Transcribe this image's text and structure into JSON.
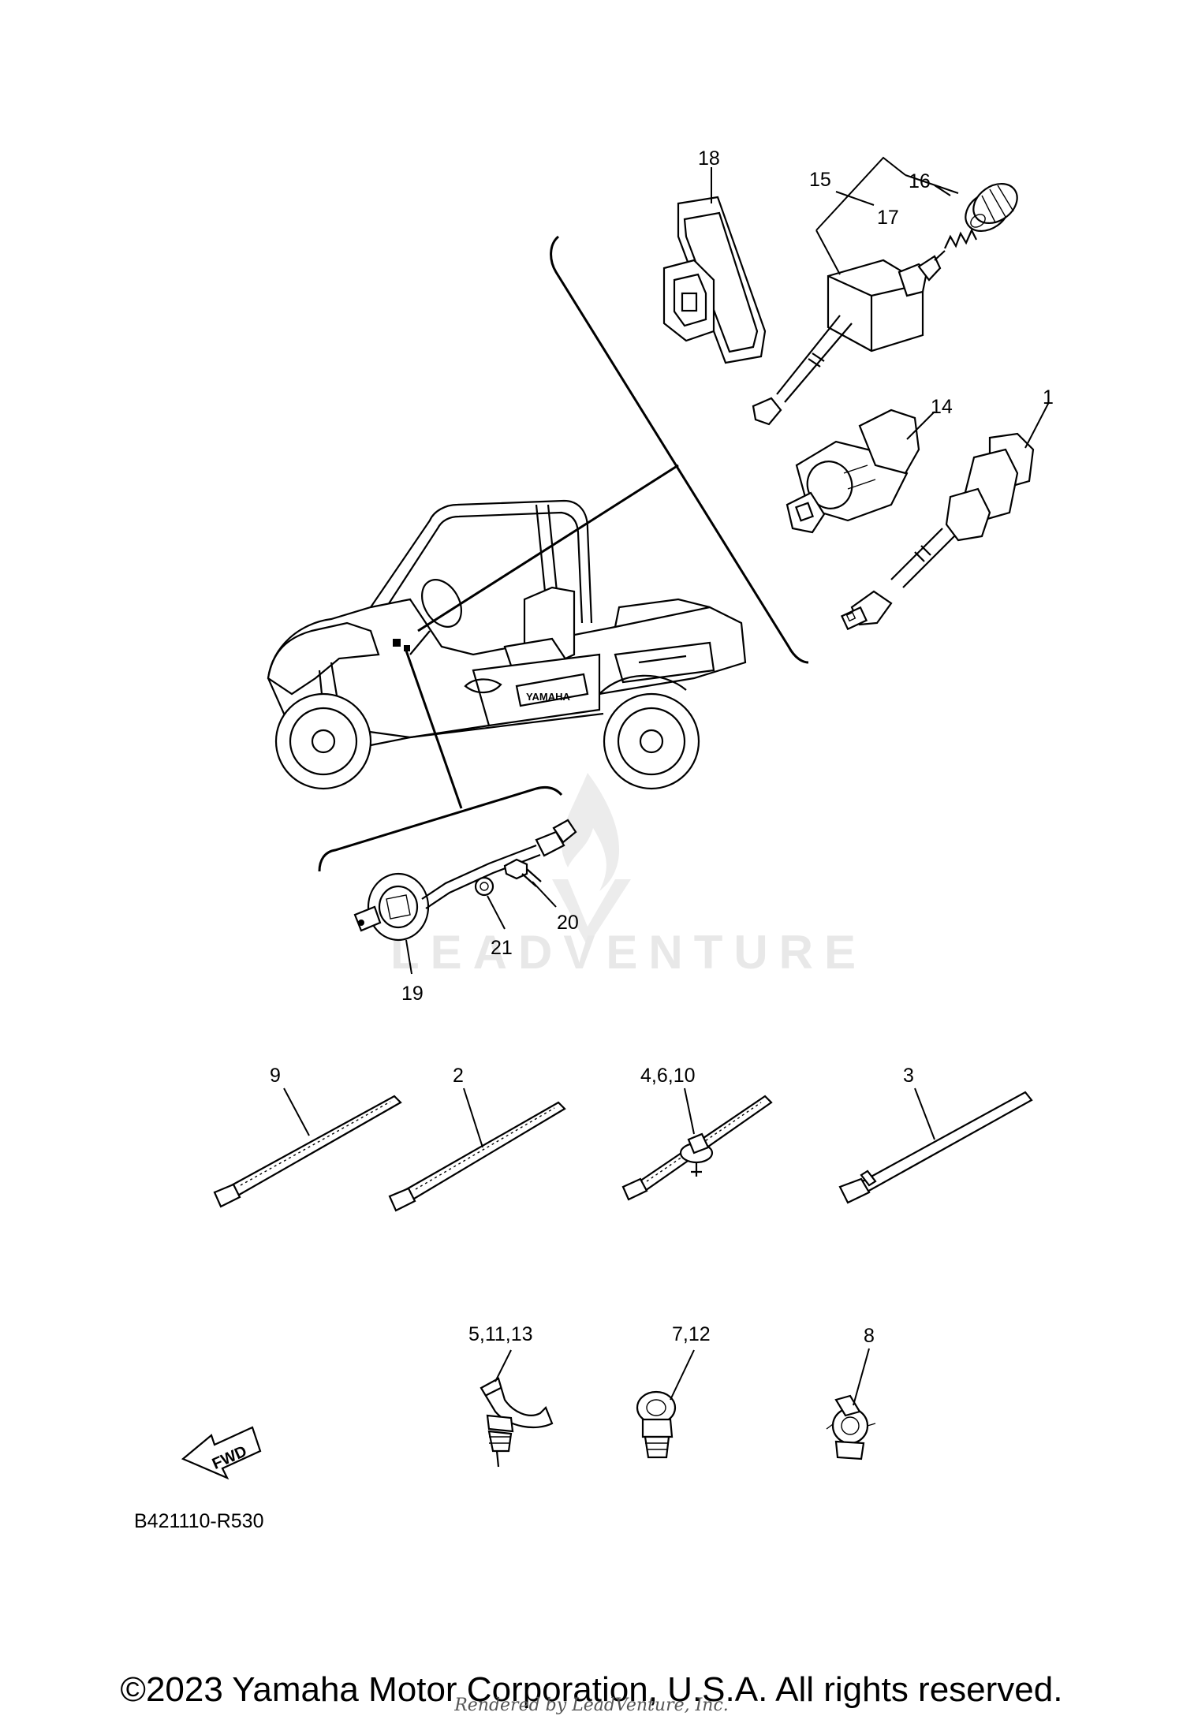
{
  "callouts": {
    "c1": "1",
    "c2": "2",
    "c3": "3",
    "c4_6_10": "4,6,10",
    "c5_11_13": "5,11,13",
    "c7_12": "7,12",
    "c8": "8",
    "c9": "9",
    "c14": "14",
    "c15": "15",
    "c16": "16",
    "c17": "17",
    "c18": "18",
    "c19": "19",
    "c20": "20",
    "c21": "21"
  },
  "fwd_label": "FWD",
  "vehicle_badge": "YAMAHA",
  "diagram_code": "B421110-R530",
  "watermark": "LEADVENTURE",
  "copyright": "©2023 Yamaha Motor Corporation, U.S.A. All rights reserved.",
  "rendered_by": "Rendered by LeadVenture, Inc."
}
